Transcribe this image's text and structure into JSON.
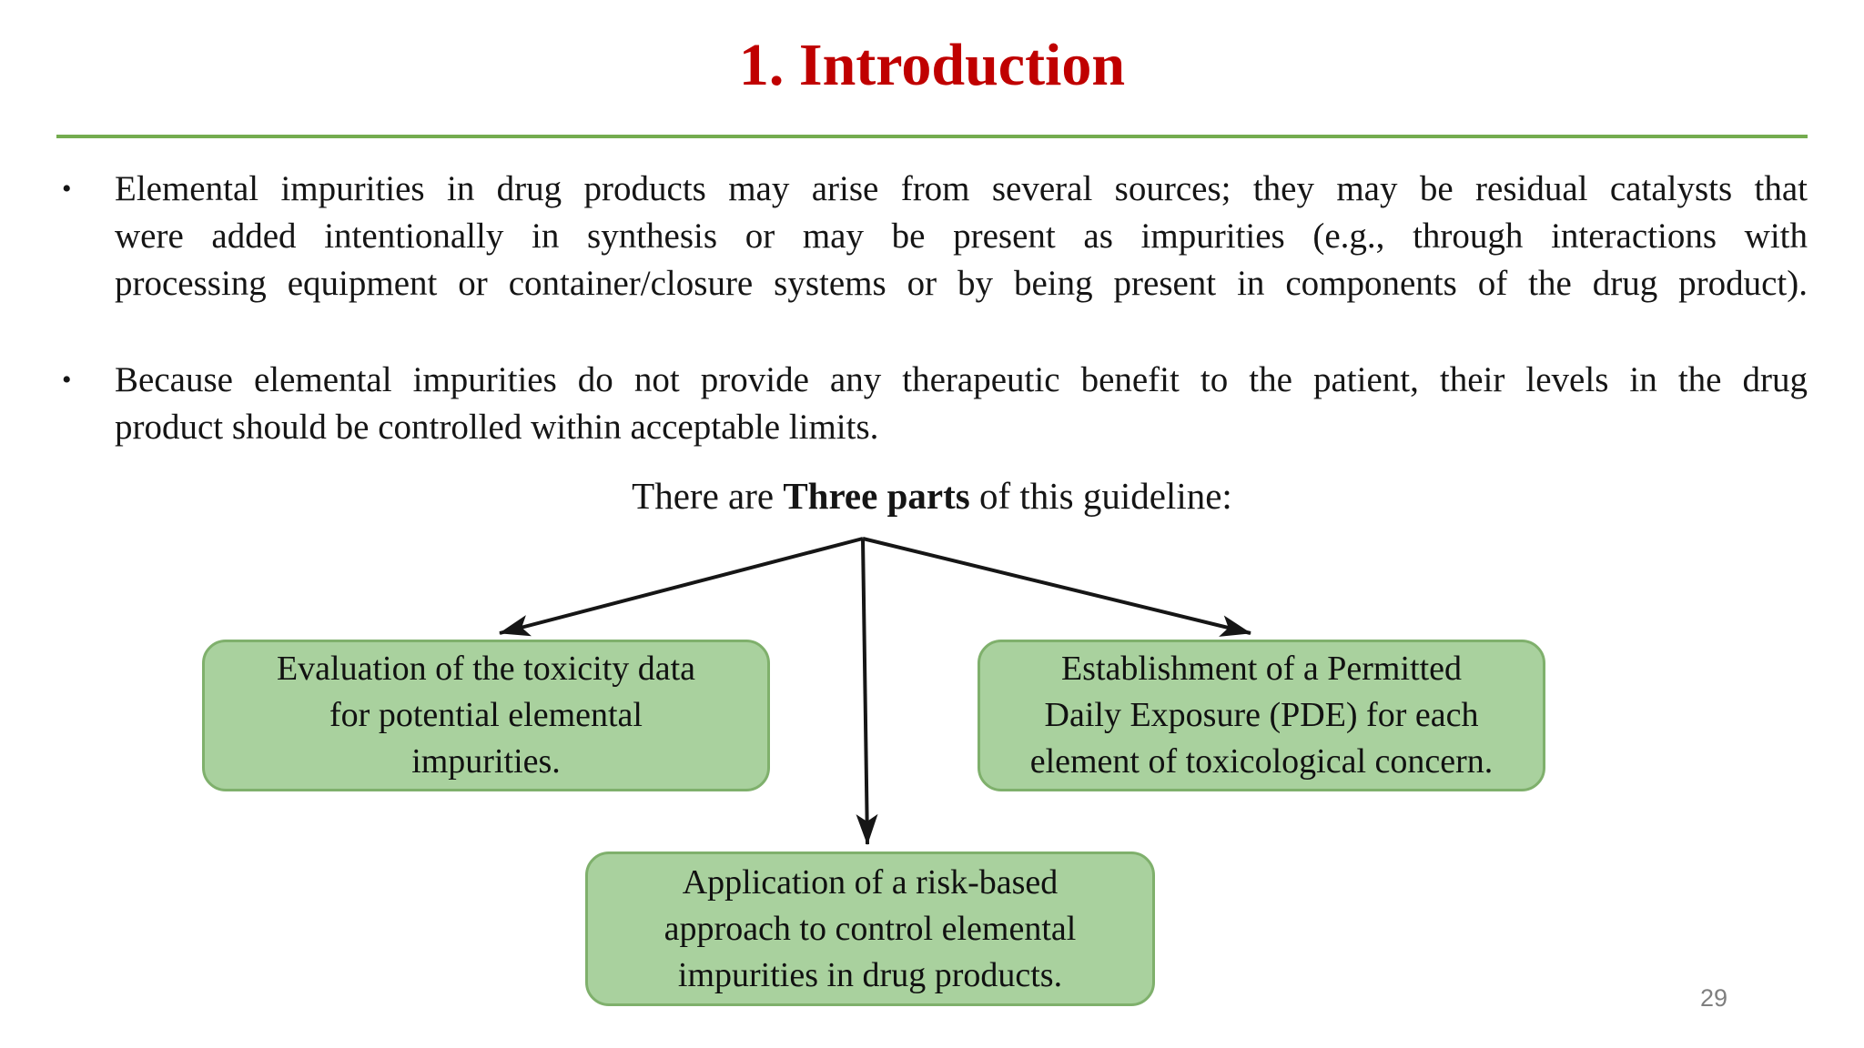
{
  "slide": {
    "title": "1. Introduction",
    "title_color": "#C00000",
    "divider_color": "#74AC4F",
    "page_number": "29",
    "bullets": [
      {
        "marker": "•",
        "lines": [
          "Elemental impurities in drug products may arise from several sources; they may be residual catalysts that",
          "were added intentionally in synthesis or may be present as impurities (e.g., through interactions with",
          "processing equipment or container/closure systems or by being present in components of the drug product)."
        ]
      },
      {
        "marker": "•",
        "lines": [
          "Because elemental impurities do not provide any therapeutic benefit to the patient, their levels in the drug",
          "product should be controlled within acceptable limits."
        ]
      }
    ],
    "lead_in": {
      "prefix": "There are ",
      "emphasis": "Three parts",
      "suffix": " of this guideline:"
    },
    "diagram": {
      "box_fill": "#A9D19E",
      "box_border": "#7FB06C",
      "arrow_color": "#161616",
      "boxes": [
        {
          "id": "evaluation-toxicity-data",
          "lines": [
            "Evaluation of the toxicity data",
            "for potential elemental",
            "impurities."
          ]
        },
        {
          "id": "establishment-pde",
          "lines": [
            "Establishment of a Permitted",
            "Daily Exposure (PDE) for each",
            "element of toxicological concern."
          ]
        },
        {
          "id": "risk-based-approach",
          "lines": [
            "Application of a risk-based",
            "approach to control elemental",
            "impurities in drug products."
          ]
        }
      ]
    }
  }
}
